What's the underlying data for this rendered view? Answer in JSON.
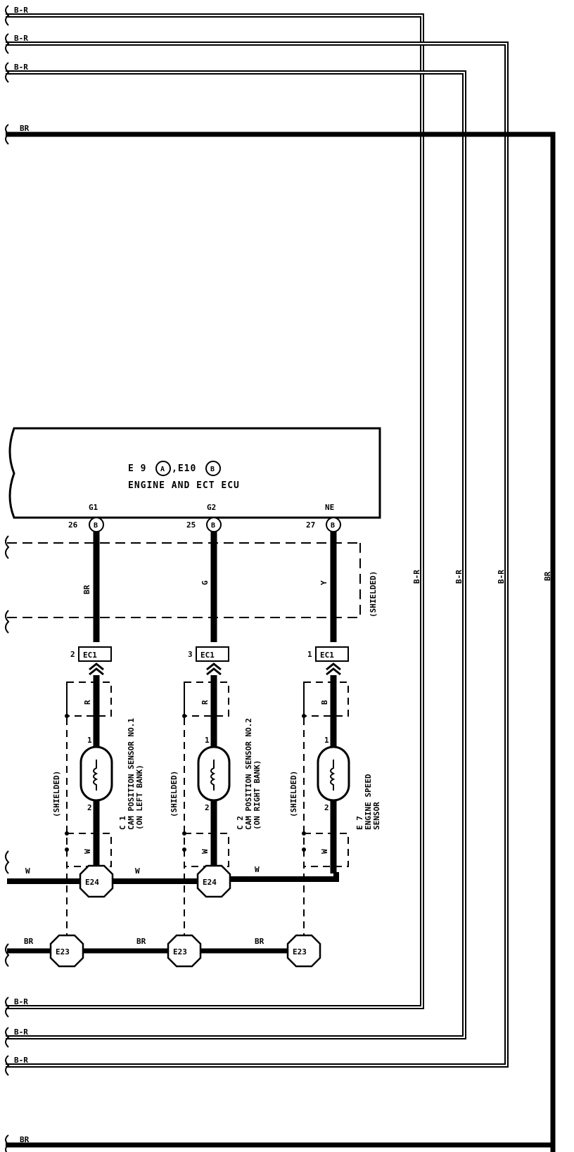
{
  "ecu": {
    "line1_prefix": "E 9",
    "badge_a": "A",
    "line1_mid": ",E10",
    "badge_b": "B",
    "line2": "ENGINE AND ECT ECU"
  },
  "ecu_pins": [
    {
      "name": "G1",
      "num": "26",
      "badge": "B",
      "wire": "BR"
    },
    {
      "name": "G2",
      "num": "25",
      "badge": "B",
      "wire": "G"
    },
    {
      "name": "NE",
      "num": "27",
      "badge": "B",
      "wire": "Y"
    }
  ],
  "shielded_top": "(SHIELDED)",
  "connectors": [
    {
      "pin": "2",
      "label": "EC1"
    },
    {
      "pin": "3",
      "label": "EC1"
    },
    {
      "pin": "1",
      "label": "EC1"
    }
  ],
  "sensors": [
    {
      "shielded": "(SHIELDED)",
      "upper_wire": "R",
      "pin_top": "1",
      "pin_bottom": "2",
      "lower_wire": "W",
      "code": "C 1",
      "line1": "CAM POSITION SENSOR NO.1",
      "line2": "(ON LEFT BANK)"
    },
    {
      "shielded": "(SHIELDED)",
      "upper_wire": "R",
      "pin_top": "1",
      "pin_bottom": "2",
      "lower_wire": "W",
      "code": "C 2",
      "line1": "CAM POSITION SENSOR NO.2",
      "line2": "(ON RIGHT BANK)"
    },
    {
      "shielded": "(SHIELDED)",
      "upper_wire": "B",
      "pin_top": "1",
      "pin_bottom": "2",
      "lower_wire": "W",
      "code": "E 7",
      "line1": "ENGINE SPEED",
      "line2": "SENSOR"
    }
  ],
  "ground_row_e24": {
    "node": "E24",
    "wires": [
      "W",
      "W",
      "W"
    ]
  },
  "ground_row_e23": {
    "node": "E23",
    "wires": [
      "BR",
      "BR",
      "BR"
    ]
  },
  "left_wires_top": [
    "B-R",
    "B-R",
    "B-R",
    "BR"
  ],
  "left_wires_bottom": [
    "B-R",
    "B-R",
    "B-R",
    "BR"
  ],
  "vertical_wires": [
    "B-R",
    "B-R",
    "B-R",
    "BR"
  ]
}
